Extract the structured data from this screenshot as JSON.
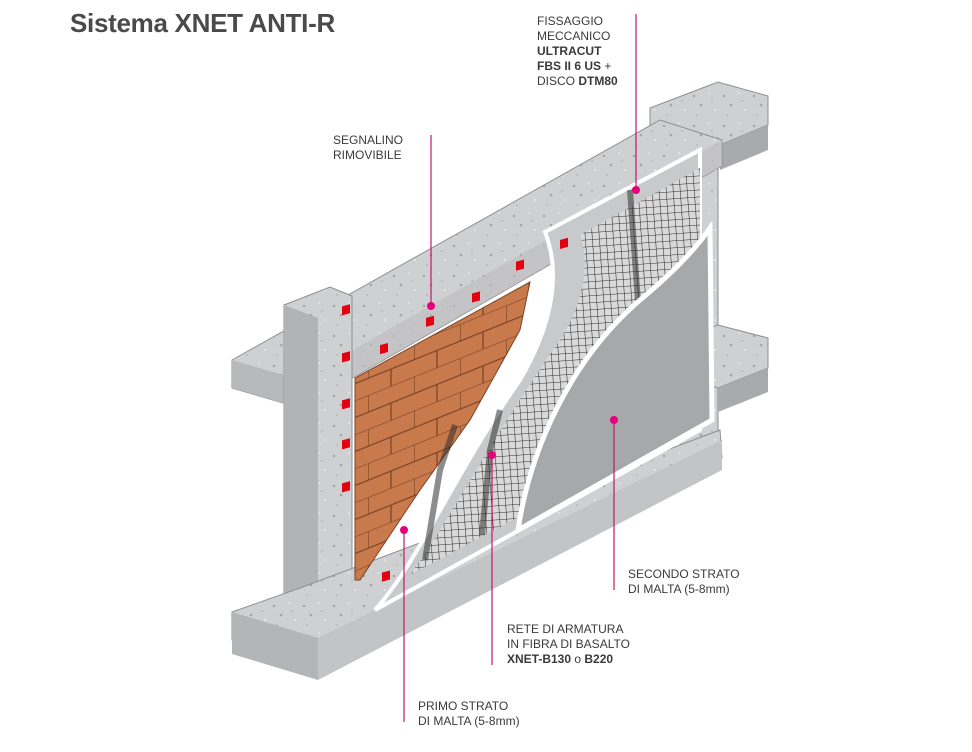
{
  "title": "Sistema XNET ANTI-R",
  "colors": {
    "leader": "#c2186d",
    "anchor_dot": "#e6007e",
    "marker": "#e3000f",
    "concrete": "#cfd0d1",
    "concrete_dark": "#a9aaab",
    "brick": "#c97a4c",
    "mortar_layer": "#c4c5c6",
    "mesh": "#3a3a3a"
  },
  "labels": {
    "fissaggio": {
      "line1": "FISSAGGIO",
      "line2": "MECCANICO",
      "line3": "ULTRACUT",
      "line4a": "FBS II 6 US",
      "line4b": " +",
      "line5a": "DISCO ",
      "line5b": "DTM80"
    },
    "segnalino": {
      "line1": "SEGNALINO",
      "line2": "RIMOVIBILE"
    },
    "secondo": {
      "line1": "SECONDO STRATO",
      "line2": "DI MALTA (5-8mm)"
    },
    "rete": {
      "line1": "RETE DI ARMATURA",
      "line2": "IN FIBRA DI BASALTO",
      "line3a": "XNET-B130",
      "line3b": " o ",
      "line3c": "B220"
    },
    "primo": {
      "line1": "PRIMO STRATO",
      "line2": "DI MALTA (5-8mm)"
    }
  }
}
